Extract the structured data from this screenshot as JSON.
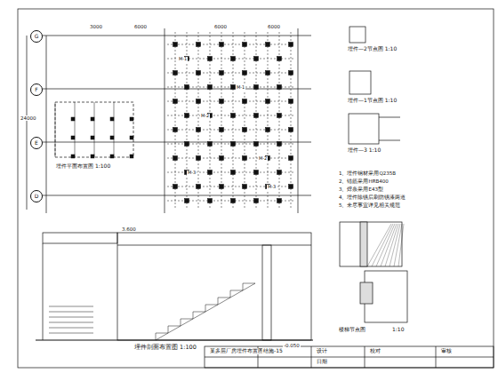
{
  "diagram": {
    "nodes": [
      {
        "text": [
          "G"
        ]
      },
      {
        "text": [
          "F"
        ]
      },
      {
        "text": [
          "E"
        ]
      },
      {
        "text": [
          "D"
        ]
      }
    ],
    "labels": [
      "埋件平面布置图 1:100",
      "埋件剖面布置图 1:100",
      "埋件—2节点图 1:10",
      "埋件—1节点图 1:10",
      "埋件—3 1:10",
      "1、埋件钢材采用Q235B",
      "2、锚筋采用HRB400",
      "3、焊条采用E43型",
      "4、埋件除锈后刷防锈漆两道",
      "5、未尽事宜详见相关规范",
      "楼梯节点图",
      "1:10",
      "3000",
      "6000",
      "6000",
      "6000",
      "24000",
      "M-1",
      "M-1",
      "M-2",
      "M-2",
      "M-3",
      "M-3",
      "-0.050",
      "3.600",
      "某多层厂房埋件布置图",
      "结施-15",
      "设计",
      "校对",
      "审核",
      "日期"
    ]
  }
}
